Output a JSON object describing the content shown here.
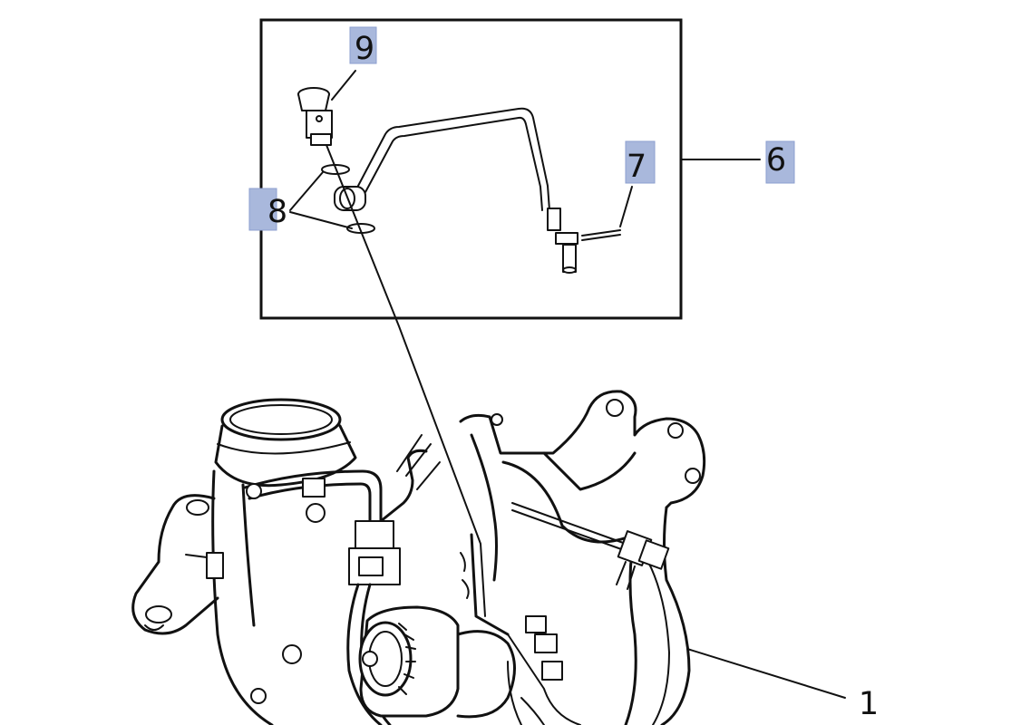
{
  "callouts": {
    "c9": {
      "label": "9",
      "highlighted": true
    },
    "c8": {
      "label": "8",
      "highlighted": true
    },
    "c7": {
      "label": "7",
      "highlighted": true
    },
    "c6": {
      "label": "6",
      "highlighted": true
    },
    "c1": {
      "label": "1",
      "highlighted": false
    }
  },
  "colors": {
    "highlight": "#a9b8dc",
    "ink": "#111111",
    "background": "#ffffff"
  }
}
